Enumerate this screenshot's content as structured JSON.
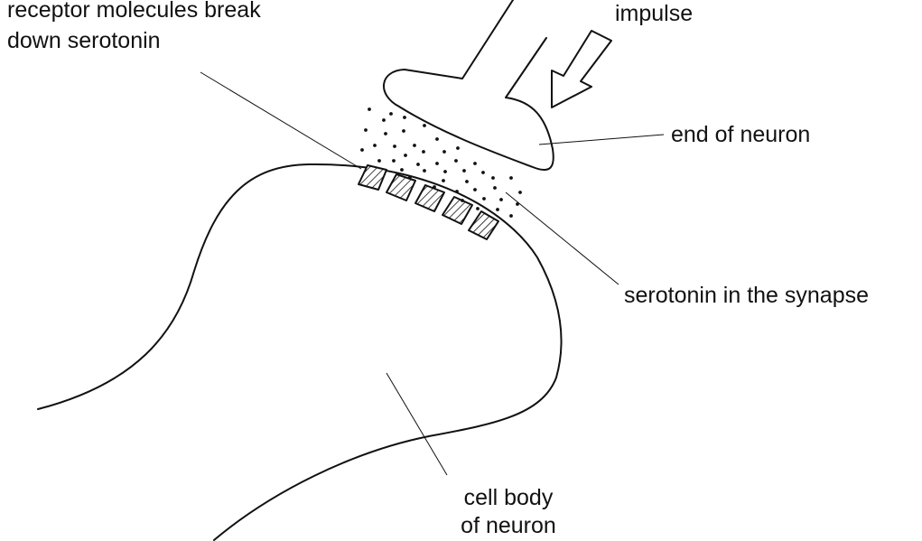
{
  "labels": {
    "receptor_line1": "receptor molecules break",
    "receptor_line2": "down serotonin",
    "impulse": "impulse",
    "end_of_neuron": "end of neuron",
    "serotonin": "serotonin in the synapse",
    "cell_body_line1": "cell body",
    "cell_body_line2": "of neuron"
  },
  "colors": {
    "ink": "#111111",
    "background": "#ffffff"
  }
}
